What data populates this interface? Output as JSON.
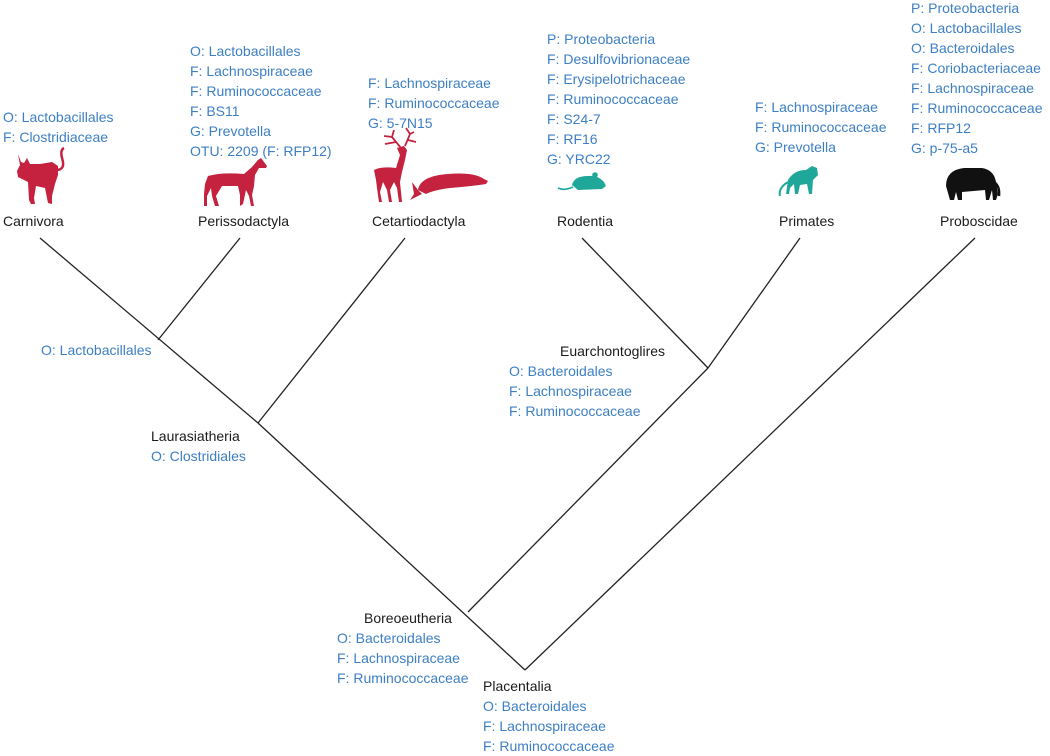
{
  "colors": {
    "taxon_text": "#3d7fc4",
    "label_text": "#1a1a1a",
    "red_icon": "#c4223f",
    "teal_icon": "#1fa89a",
    "black_icon": "#111111",
    "branch": "#222222"
  },
  "leaves": [
    {
      "name": "Carnivora",
      "icon": "cat-icon",
      "taxa": [
        "O: Lactobacillales",
        "F: Clostridiaceae"
      ]
    },
    {
      "name": "Perissodactyla",
      "icon": "horse-icon",
      "taxa": [
        "O: Lactobacillales",
        "F: Lachnospiraceae",
        "F: Ruminococcaceae",
        "F: BS11",
        "G: Prevotella",
        "OTU: 2209 (F: RFP12)"
      ]
    },
    {
      "name": "Cetartiodactyla",
      "icons": [
        "deer-icon",
        "whale-icon"
      ],
      "taxa": [
        "F: Lachnospiraceae",
        "F: Ruminococcaceae",
        "G: 5-7N15"
      ]
    },
    {
      "name": "Rodentia",
      "icon": "mouse-icon",
      "taxa": [
        "P: Proteobacteria",
        "F: Desulfovibrionaceae",
        "F: Erysipelotrichaceae",
        "F: Ruminococcaceae",
        "F: S24-7",
        "F: RF16",
        "G: YRC22"
      ]
    },
    {
      "name": "Primates",
      "icon": "monkey-icon",
      "taxa": [
        "F: Lachnospiraceae",
        "F: Ruminococcaceae",
        "G: Prevotella"
      ]
    },
    {
      "name": "Proboscidae",
      "icon": "elephant-icon",
      "taxa": [
        "P: Proteobacteria",
        "O: Lactobacillales",
        "O: Bacteroidales",
        "F: Coriobacteriaceae",
        "F: Lachnospiraceae",
        "F: Ruminococcaceae",
        "F: RFP12",
        "G: p-75-a5"
      ]
    }
  ],
  "nodes": {
    "carn_periss": {
      "taxa": [
        "O: Lactobacillales"
      ]
    },
    "laurasiatheria": {
      "name": "Laurasiatheria",
      "taxa": [
        "O: Clostridiales"
      ]
    },
    "euarchontoglires": {
      "name": "Euarchontoglires",
      "taxa": [
        "O: Bacteroidales",
        "F: Lachnospiraceae",
        "F: Ruminococcaceae"
      ]
    },
    "boreoeutheria": {
      "name": "Boreoeutheria",
      "taxa": [
        "O: Bacteroidales",
        "F: Lachnospiraceae",
        "F: Ruminococcaceae"
      ]
    },
    "placentalia": {
      "name": "Placentalia",
      "taxa": [
        "O: Bacteroidales",
        "F: Lachnospiraceae",
        "F: Ruminococcaceae"
      ]
    }
  }
}
